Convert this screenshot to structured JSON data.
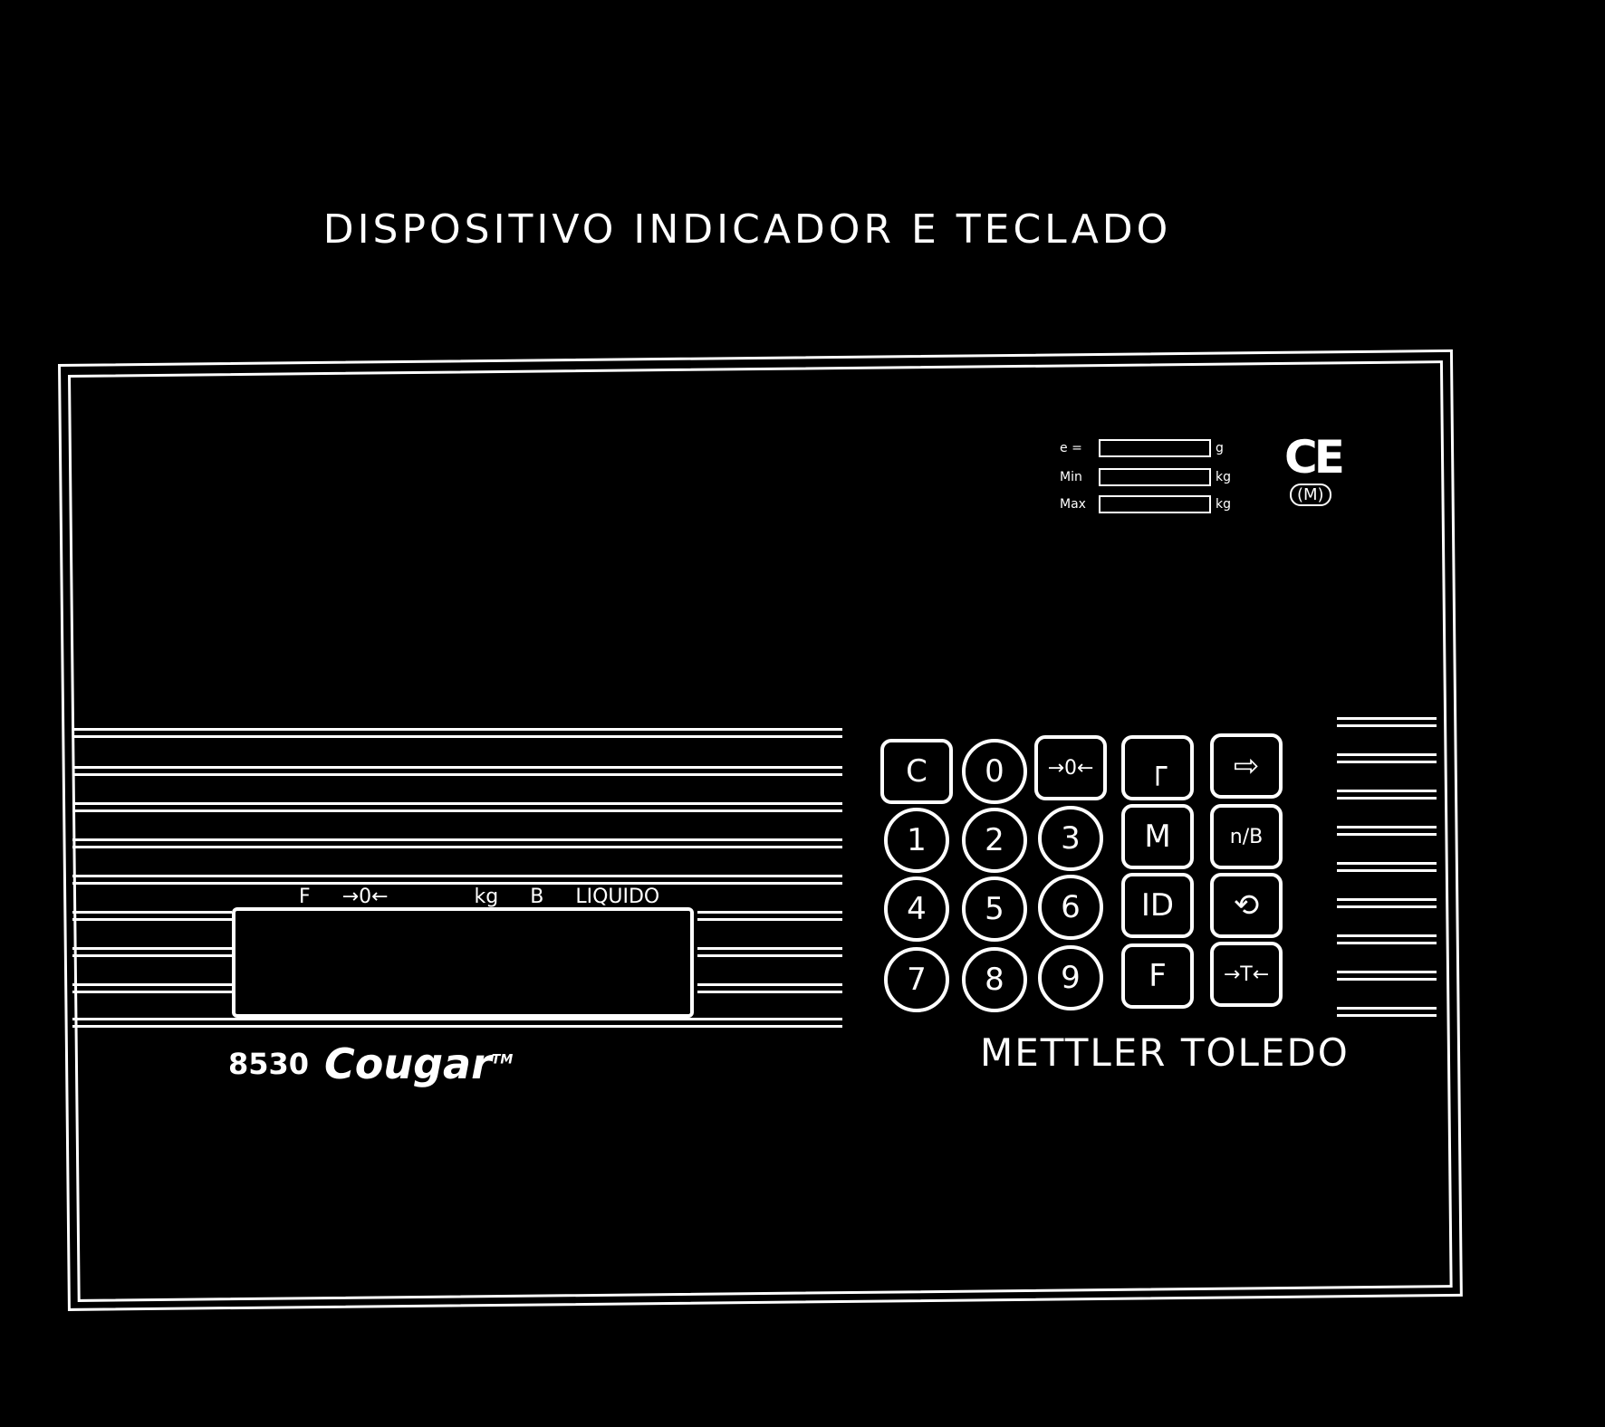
{
  "title": "DISPOSITIVO INDICADOR E TECLADO",
  "display": {
    "indicators": [
      "F",
      "→0←",
      "kg",
      "B",
      "LIQUIDO"
    ]
  },
  "model": "8530",
  "logo": "Cougar",
  "logo_tm": "TM",
  "brand": "METTLER TOLEDO",
  "data_plate": {
    "rows": [
      {
        "label": "e =",
        "unit": "g"
      },
      {
        "label": "Min",
        "unit": "kg"
      },
      {
        "label": "Max",
        "unit": "kg"
      }
    ]
  },
  "ce_mark": "CE",
  "ce_sub": "(M)",
  "keypad": {
    "row1": [
      "C",
      "0",
      "→0←",
      "┌",
      "⇨"
    ],
    "row2": [
      "1",
      "2",
      "3",
      "M",
      "n/B"
    ],
    "row3": [
      "4",
      "5",
      "6",
      "ID",
      "⟲"
    ],
    "row4": [
      "7",
      "8",
      "9",
      "F",
      "→T←"
    ]
  }
}
